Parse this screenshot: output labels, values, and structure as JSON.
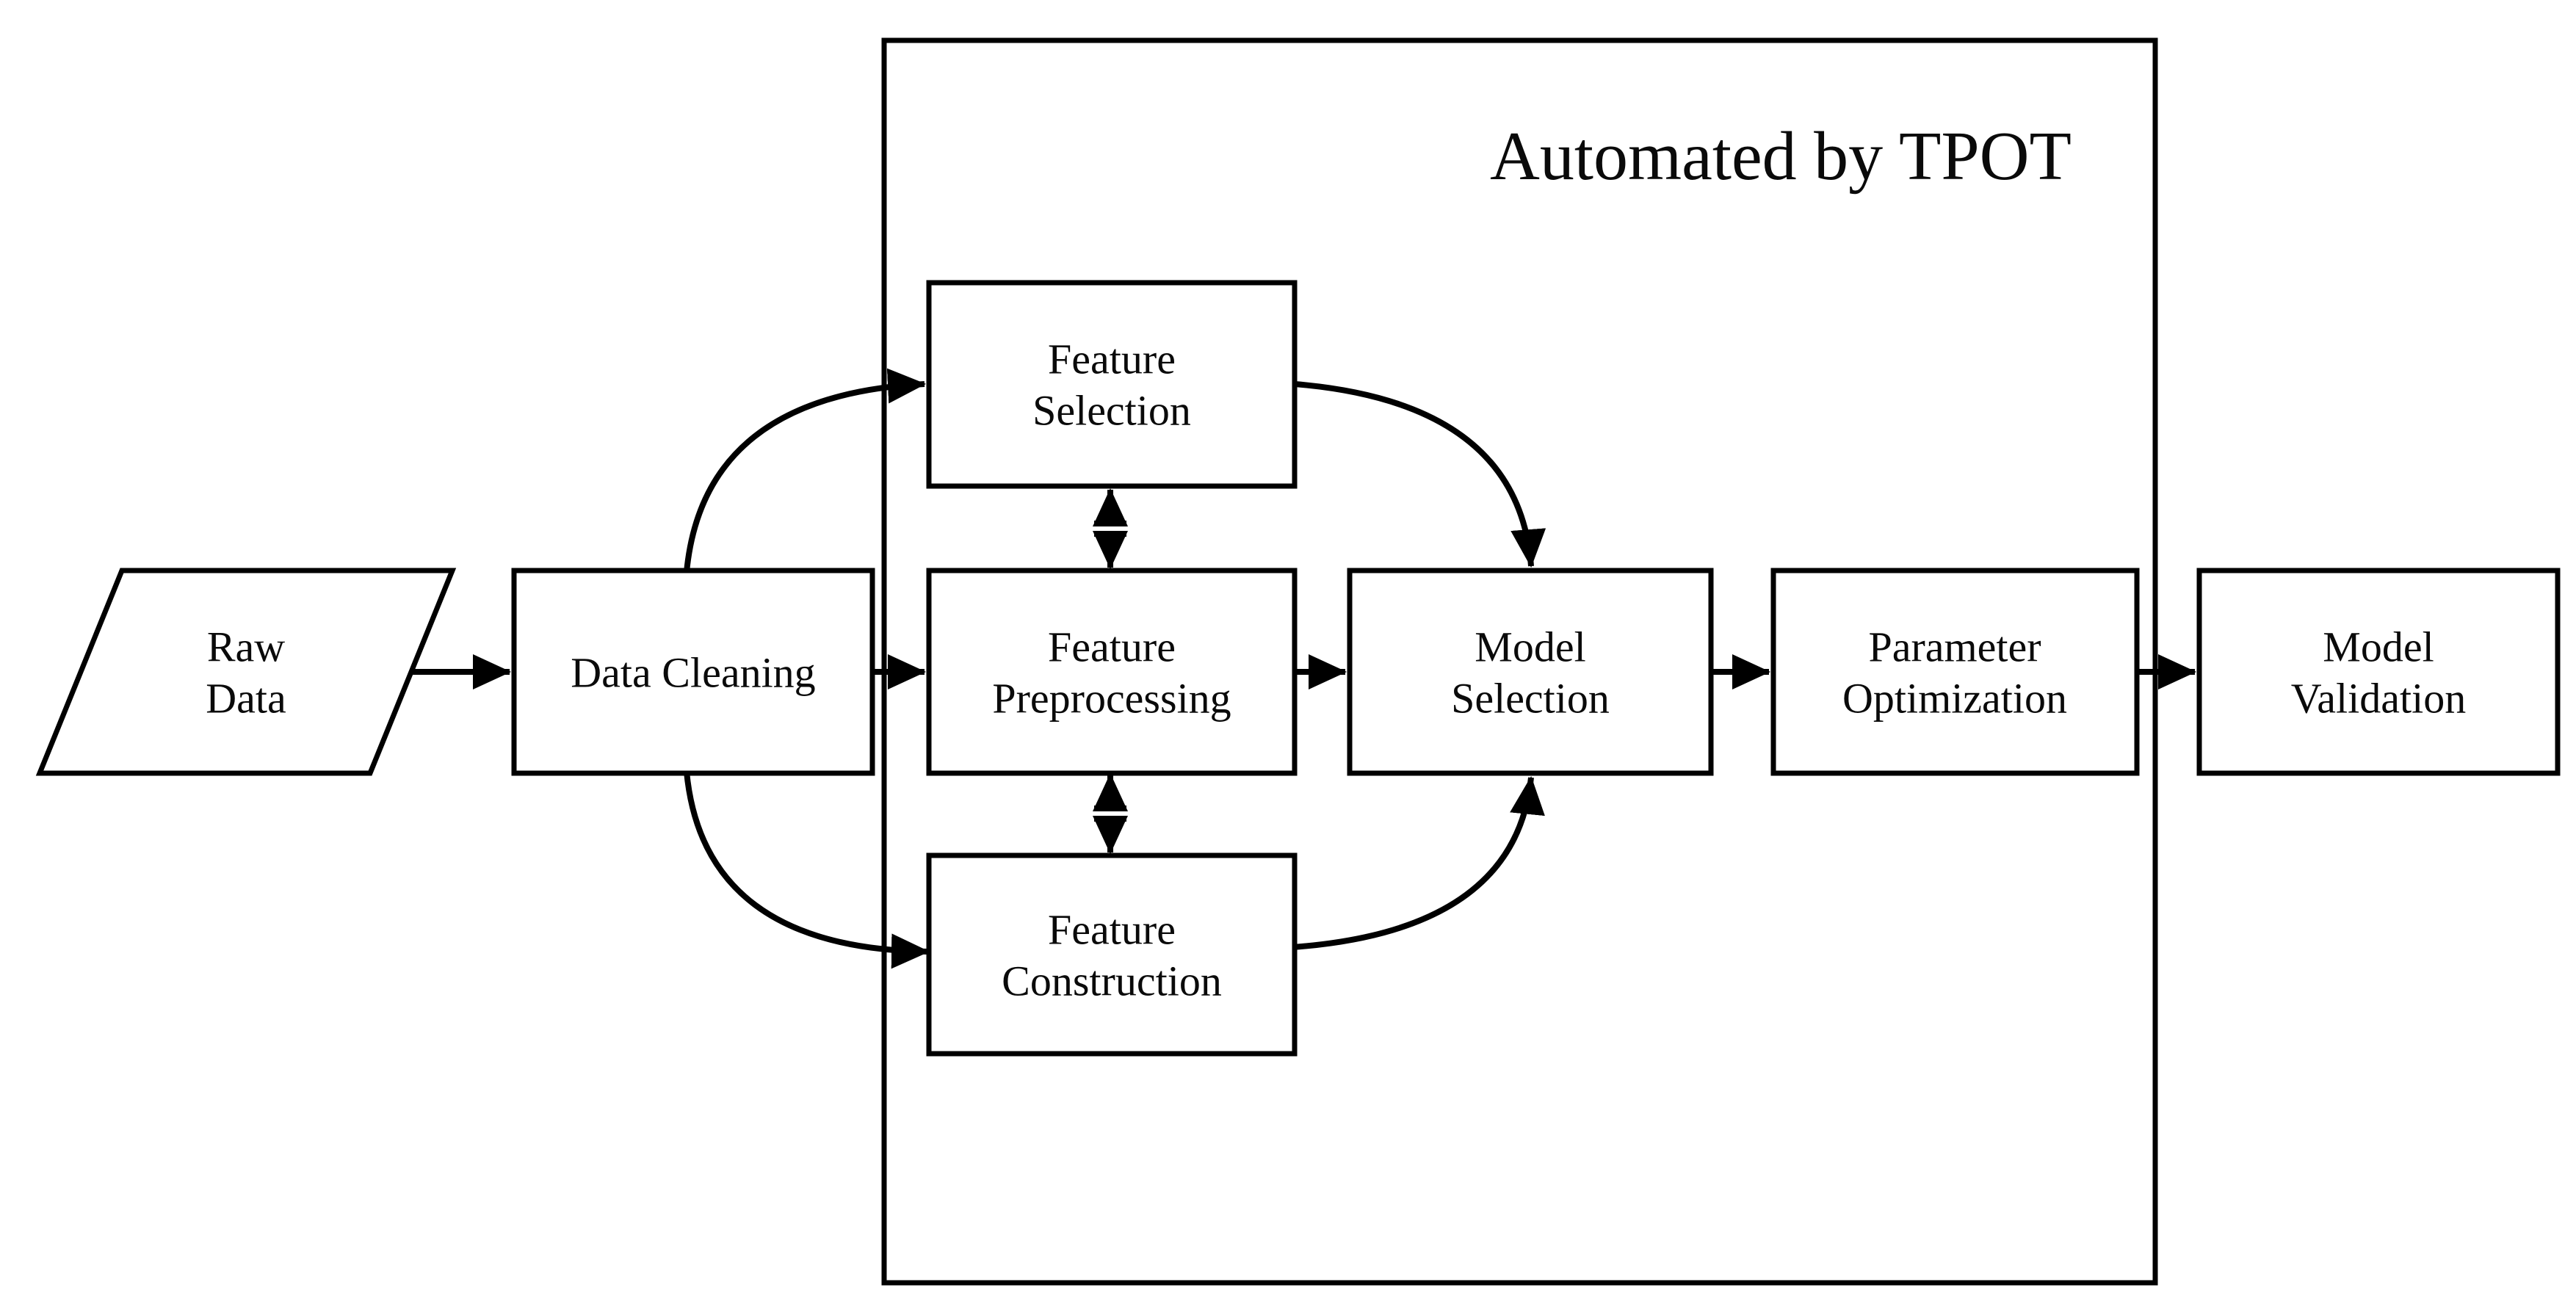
{
  "title": "Automated by TPOT",
  "nodes": {
    "raw_data": {
      "line1": "Raw",
      "line2": "Data",
      "shape": "parallelogram"
    },
    "data_cleaning": {
      "line1": "Data Cleaning",
      "shape": "rect"
    },
    "feature_selection": {
      "line1": "Feature",
      "line2": "Selection",
      "shape": "rect"
    },
    "feature_preprocessing": {
      "line1": "Feature",
      "line2": "Preprocessing",
      "shape": "rect"
    },
    "feature_construction": {
      "line1": "Feature",
      "line2": "Construction",
      "shape": "rect"
    },
    "model_selection": {
      "line1": "Model",
      "line2": "Selection",
      "shape": "rect"
    },
    "parameter_optimization": {
      "line1": "Parameter",
      "line2": "Optimization",
      "shape": "rect"
    },
    "model_validation": {
      "line1": "Model",
      "line2": "Validation",
      "shape": "rect"
    }
  },
  "edges": [
    {
      "from": "raw_data",
      "to": "data_cleaning",
      "type": "arrow"
    },
    {
      "from": "data_cleaning",
      "to": "feature_selection",
      "type": "curved-arrow"
    },
    {
      "from": "data_cleaning",
      "to": "feature_preprocessing",
      "type": "arrow"
    },
    {
      "from": "data_cleaning",
      "to": "feature_construction",
      "type": "curved-arrow"
    },
    {
      "from": "feature_selection",
      "to": "feature_preprocessing",
      "type": "double-arrow"
    },
    {
      "from": "feature_preprocessing",
      "to": "feature_construction",
      "type": "double-arrow"
    },
    {
      "from": "feature_selection",
      "to": "model_selection",
      "type": "curved-arrow"
    },
    {
      "from": "feature_preprocessing",
      "to": "model_selection",
      "type": "arrow"
    },
    {
      "from": "feature_construction",
      "to": "model_selection",
      "type": "curved-arrow"
    },
    {
      "from": "model_selection",
      "to": "parameter_optimization",
      "type": "arrow"
    },
    {
      "from": "parameter_optimization",
      "to": "model_validation",
      "type": "arrow"
    }
  ],
  "colors": {
    "region_fill": "#e8e8e8",
    "node_fill": "#ffffff",
    "stroke": "#000000"
  }
}
